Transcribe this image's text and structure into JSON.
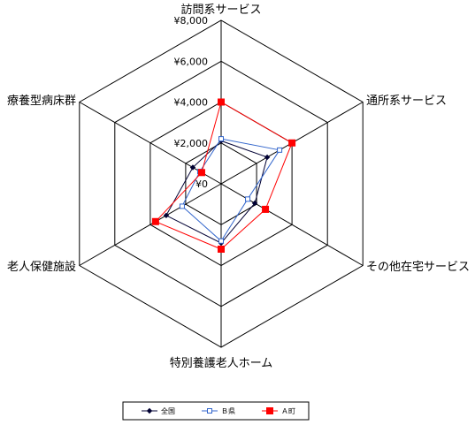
{
  "chart_data": {
    "type": "radar",
    "categories": [
      "訪問系サービス",
      "通所系サービス",
      "その他在宅サービス",
      "特別養護老人ホーム",
      "老人保健施設",
      "療養型病床群"
    ],
    "rlim": [
      0,
      8000
    ],
    "ticks": [
      0,
      2000,
      4000,
      6000,
      8000
    ],
    "tick_labels": [
      "¥0",
      "¥2,000",
      "¥4,000",
      "¥6,000",
      "¥8,000"
    ],
    "grid": true,
    "legend_position": "bottom",
    "series": [
      {
        "name": "全国",
        "color": "#000033",
        "marker": "diamond",
        "values": [
          2100,
          2600,
          1900,
          2900,
          3100,
          1600
        ]
      },
      {
        "name": "Ｂ県",
        "color": "#3366CC",
        "marker": "square-open",
        "values": [
          2200,
          3300,
          1500,
          2800,
          2200,
          1200
        ]
      },
      {
        "name": "Ａ町",
        "color": "#FF0000",
        "marker": "square",
        "values": [
          4000,
          4000,
          2500,
          3200,
          3700,
          1100
        ]
      }
    ]
  }
}
